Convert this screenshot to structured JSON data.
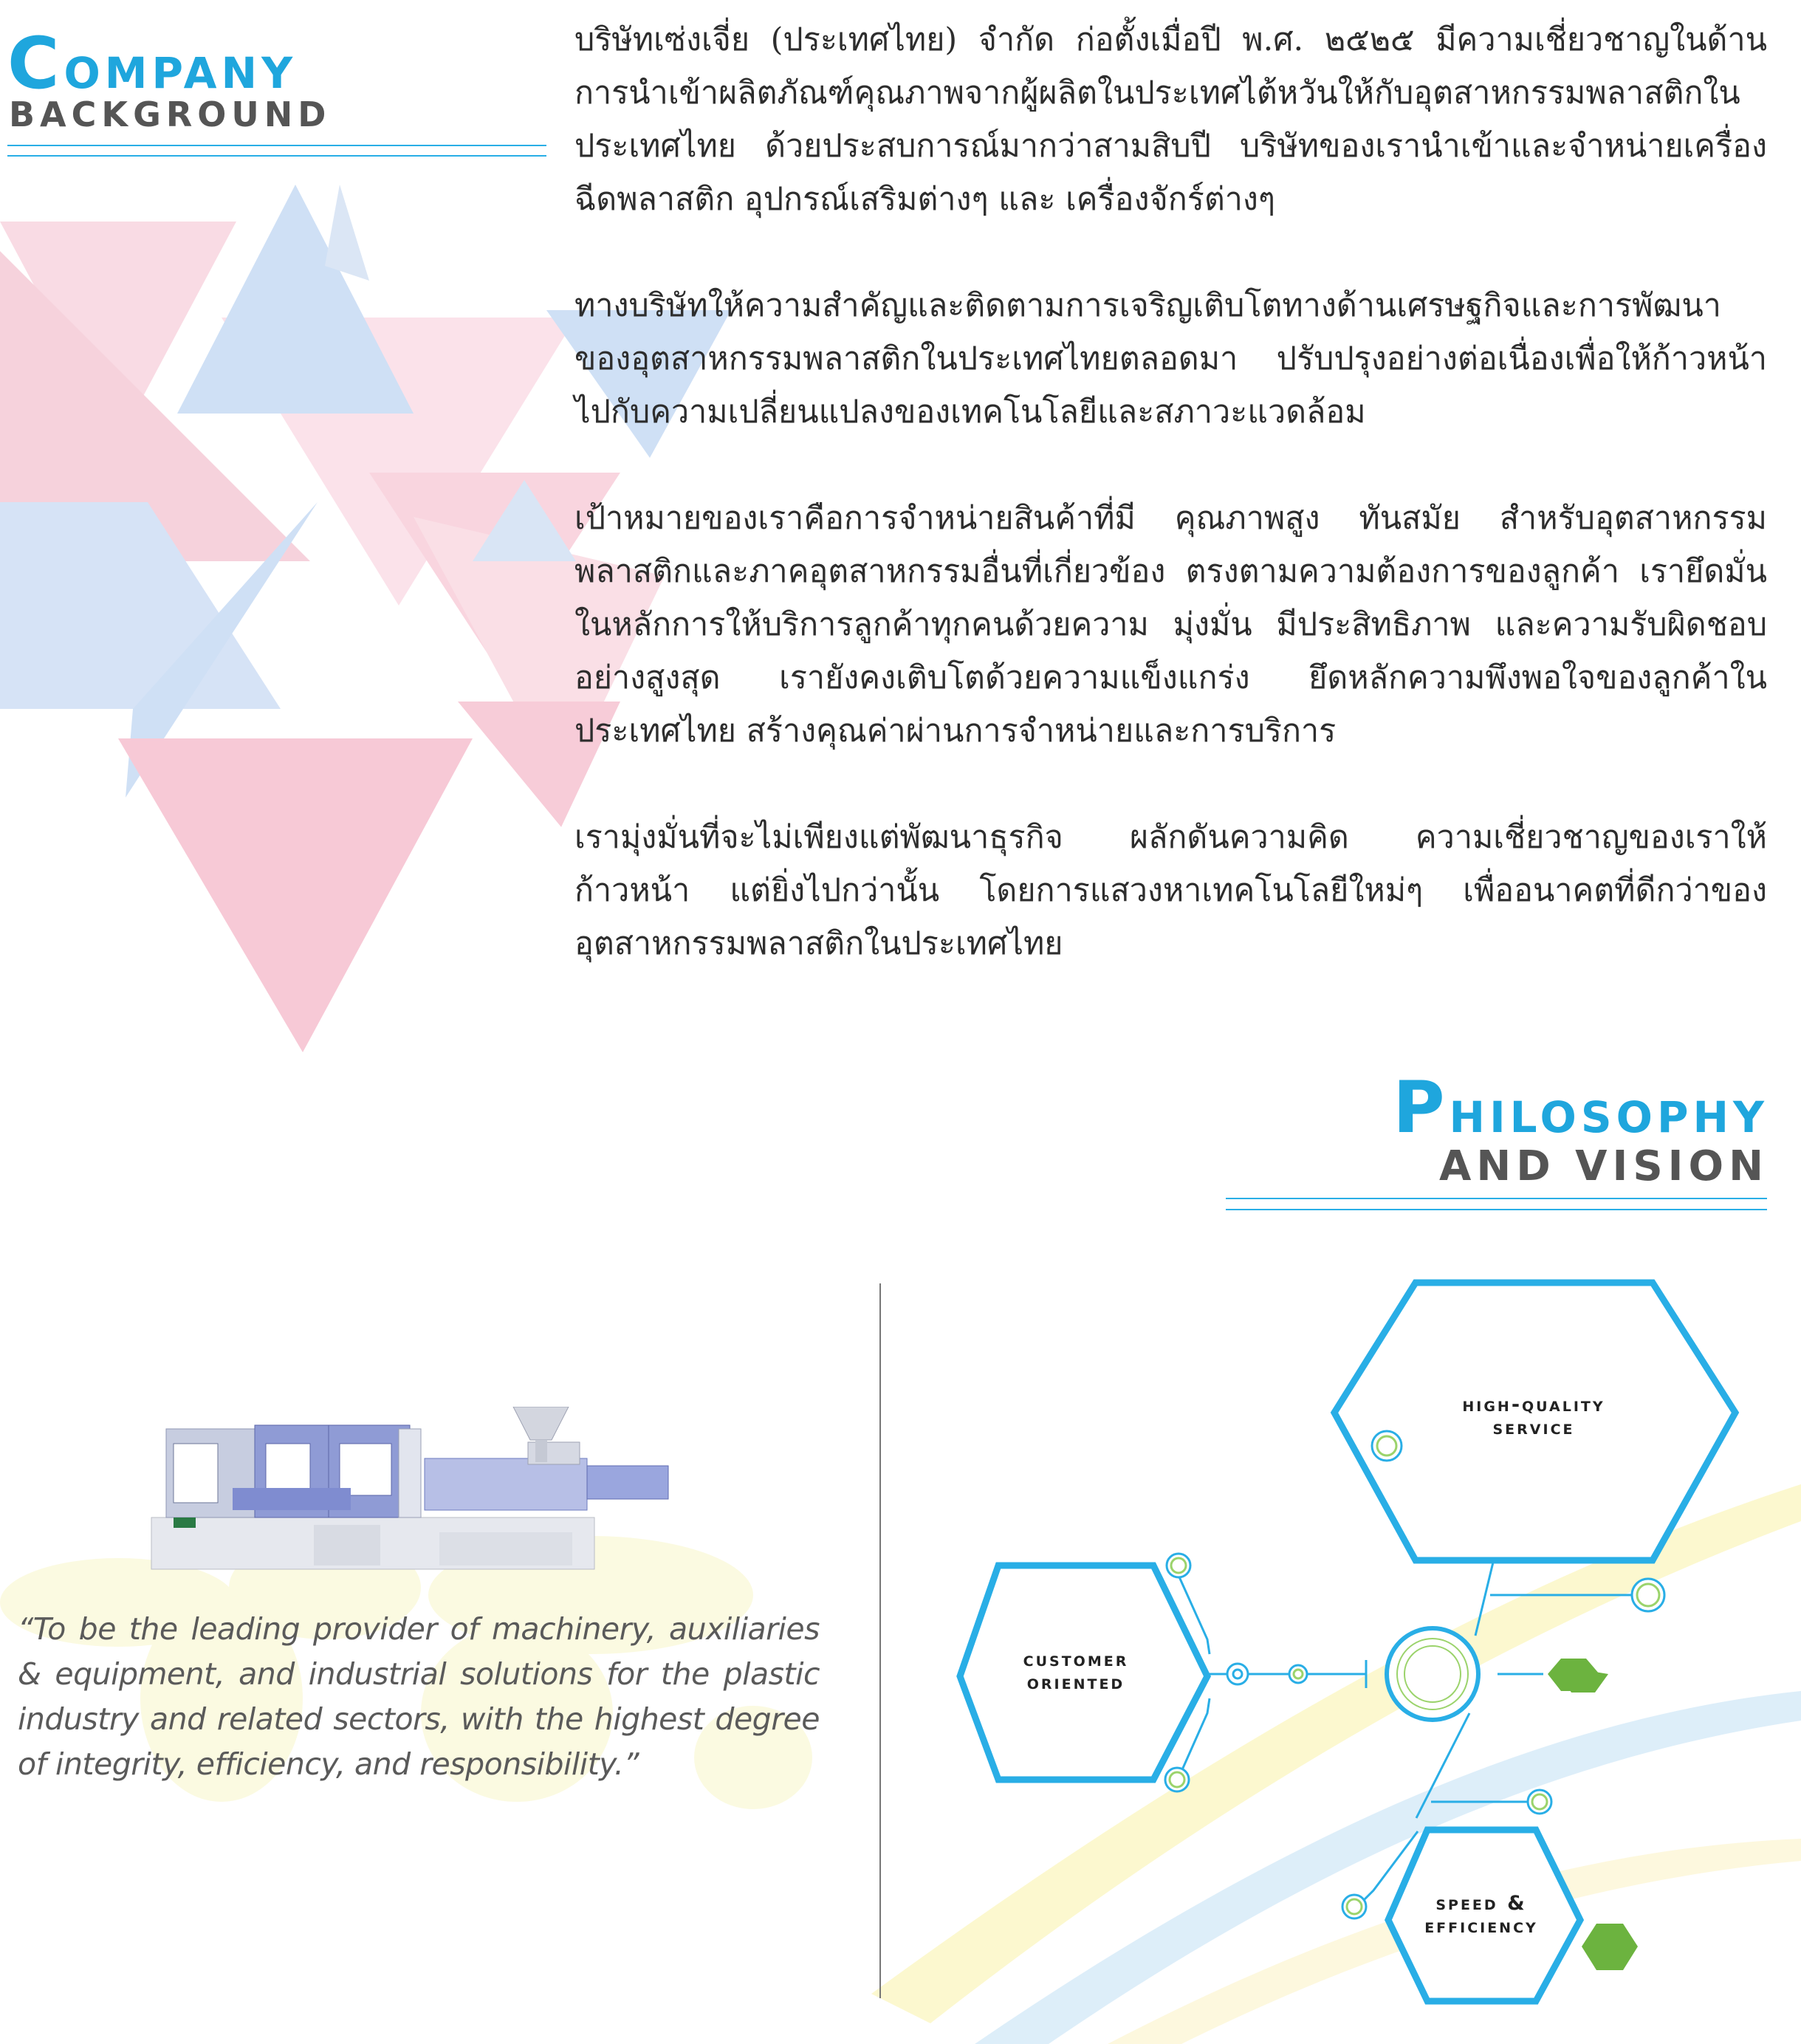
{
  "company": {
    "title_cap": "C",
    "title_rest": "OMPANY",
    "subtitle": "BACKGROUND"
  },
  "about": {
    "paragraphs": [
      "บริษัทเซ่งเจี่ย (ประเทศไทย) จำกัด ก่อตั้งเมื่อปี พ.ศ. ๒๕๒๕ มีความเชี่ยวชาญในด้านการนำเข้าผลิตภัณฑ์คุณภาพจากผู้ผลิตในประเทศไต้หวันให้กับอุตสาหกรรมพลาสติกในประเทศไทย ด้วยประสบการณ์มากว่าสามสิบปี บริษัทของเรานำเข้าและจำหน่ายเครื่องฉีดพลาสติก อุปกรณ์เสริมต่างๆ และ เครื่องจักร์ต่างๆ",
      "ทางบริษัทให้ความสำคัญและติดตามการเจริญเติบโตทางด้านเศรษฐกิจและการพัฒนาของอุตสาหกรรมพลาสติกในประเทศไทยตลอดมา ปรับปรุงอย่างต่อเนื่องเพื่อให้ก้าวหน้าไปกับความเปลี่ยนแปลงของเทคโนโลยีและสภาวะแวดล้อม",
      "เป้าหมายของเราคือการจำหน่ายสินค้าที่มี คุณภาพสูง ทันสมัย สำหรับอุตสาหกรรมพลาสติกและภาคอุตสาหกรรมอื่นที่เกี่ยวข้อง ตรงตามความต้องการของลูกค้า เรายึดมั่นในหลักการให้บริการลูกค้าทุกคนด้วยความ มุ่งมั่น มีประสิทธิภาพ และความรับผิดชอบอย่างสูงสุด เรายังคงเติบโตด้วยความแข็งแกร่ง ยึดหลักความพึงพอใจของลูกค้าในประเทศไทย สร้างคุณค่าผ่านการจำหน่ายและการบริการ",
      "เรามุ่งมั่นที่จะไม่เพียงแต่พัฒนาธุรกิจ ผลักดันความคิด ความเชี่ยวชาญของเราให้ก้าวหน้า แต่ยิ่งไปกว่านั้น โดยการแสวงหาเทคโนโลยีใหม่ๆ เพื่ออนาคตที่ดีกว่าของอุตสาหกรรมพลาสติกในประเทศไทย"
    ]
  },
  "philosophy": {
    "title_cap": "P",
    "title_rest": "HILOSOPHY",
    "subtitle": "AND VISION"
  },
  "vision_quote": "“To be the leading provider of machinery, auxiliaries & equipment, and industrial solutions for the plastic industry and related sectors, with the highest degree of integrity, efficiency, and responsibility.”",
  "values": {
    "high_quality": [
      "High-Quality",
      "Service"
    ],
    "customer": [
      "Customer",
      "Oriented"
    ],
    "speed": [
      "Speed &",
      "Efficiency"
    ]
  },
  "colors": {
    "accent_blue": "#1fa6dd",
    "hex_green": "#6cb33f",
    "heading_gray": "#555555"
  }
}
